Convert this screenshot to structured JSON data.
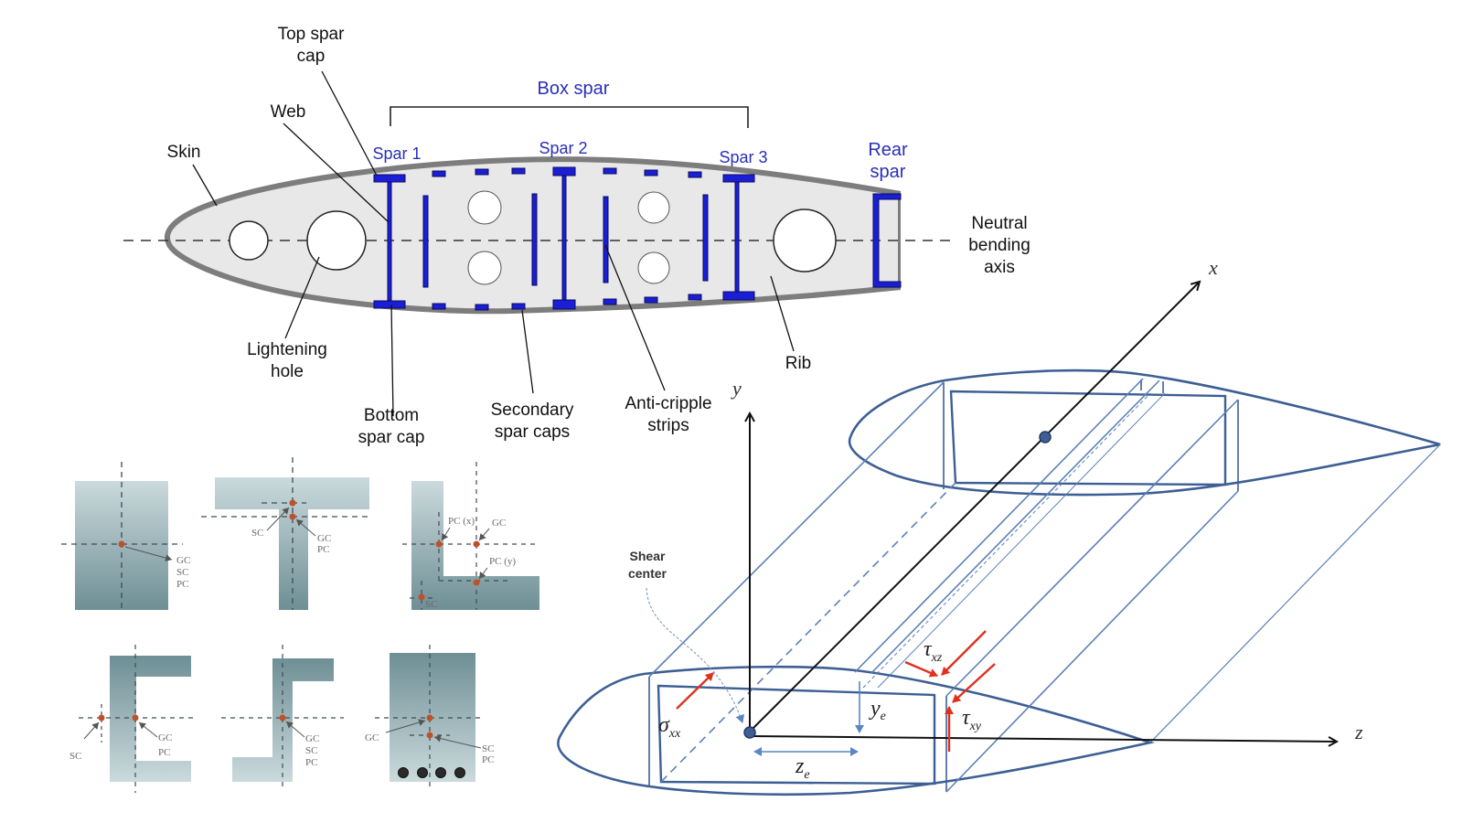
{
  "airfoil_section": {
    "labels": {
      "top_spar_cap": [
        "Top spar",
        "cap"
      ],
      "web": "Web",
      "skin": "Skin",
      "box_spar": "Box spar",
      "spar1": "Spar 1",
      "spar2": "Spar 2",
      "spar3": "Spar 3",
      "rear_spar": [
        "Rear",
        "spar"
      ],
      "neutral_axis": [
        "Neutral",
        "bending",
        "axis"
      ],
      "lightening_hole": [
        "Lightening",
        "hole"
      ],
      "bottom_spar_cap": [
        "Bottom",
        "spar cap"
      ],
      "secondary_spar_caps": [
        "Secondary",
        "spar caps"
      ],
      "anti_cripple_strips": [
        "Anti-cripple",
        "strips"
      ],
      "rib": "Rib"
    },
    "colors": {
      "spar_blue": "#1a1fd6",
      "label_blue": "#2a2fb8",
      "rib_fill": "#e8e8e8",
      "skin_gray": "#808080"
    }
  },
  "cross_sections": {
    "rect": {
      "labels": [
        "GC",
        "SC",
        "PC"
      ]
    },
    "tee": {
      "sc": "SC",
      "gc_pc": [
        "GC",
        "PC"
      ]
    },
    "angle": {
      "pc_x": "PC (x)",
      "gc": "GC",
      "pc_y": "PC (y)",
      "sc": "SC"
    },
    "channel": {
      "sc": "SC",
      "gc_pc": [
        "GC",
        "PC"
      ]
    },
    "zee": {
      "labels": [
        "GC",
        "SC",
        "PC"
      ]
    },
    "reinforced": {
      "gc": "GC",
      "sc_pc": [
        "SC",
        "PC"
      ]
    },
    "colors": {
      "section_top": "#c9d9dc",
      "section_bottom": "#6f9096",
      "point": "#c0502c"
    }
  },
  "wing_3d": {
    "axes": {
      "x": "x",
      "y": "y",
      "z": "z"
    },
    "shear_center": [
      "Shear",
      "center"
    ],
    "sigma_xx": {
      "sym": "σ",
      "sub": "xx"
    },
    "tau_xz": {
      "sym": "τ",
      "sub": "xz"
    },
    "tau_xy": {
      "sym": "τ",
      "sub": "xy"
    },
    "y_e": {
      "sym": "y",
      "sub": "e"
    },
    "z_e": {
      "sym": "z",
      "sub": "e"
    },
    "colors": {
      "outline": "#3d5f94",
      "stress_arrow": "#e0301e"
    }
  }
}
